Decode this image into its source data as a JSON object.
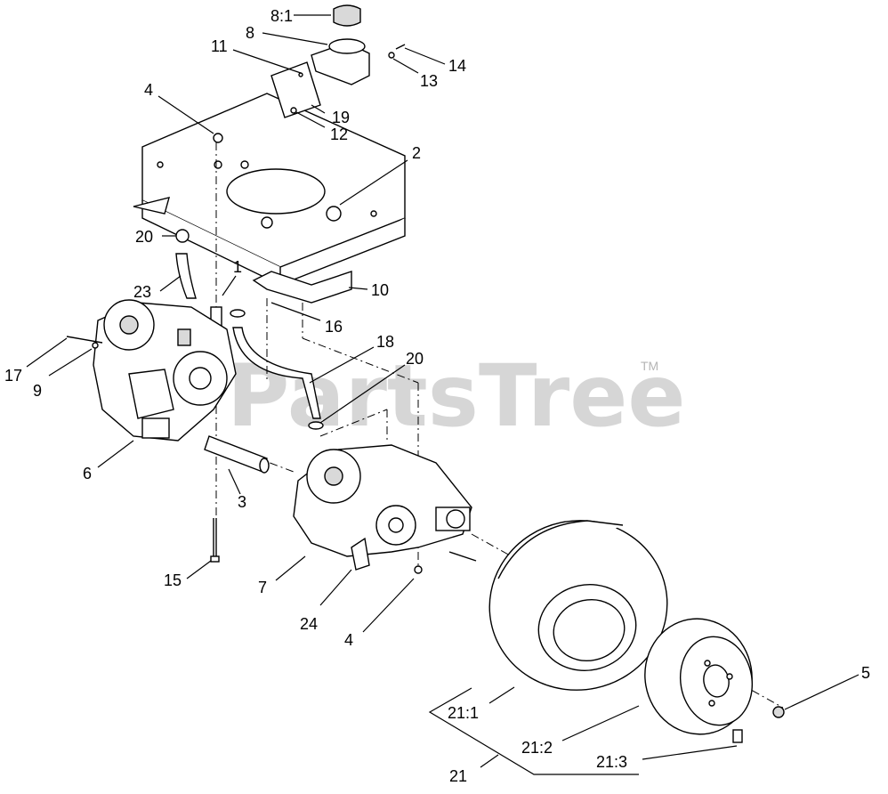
{
  "watermark": {
    "text": "PartsTree",
    "tm": "TM"
  },
  "callouts": [
    {
      "id": "c-8-1",
      "text": "8:1"
    },
    {
      "id": "c-8",
      "text": "8"
    },
    {
      "id": "c-11",
      "text": "11"
    },
    {
      "id": "c-14",
      "text": "14"
    },
    {
      "id": "c-13",
      "text": "13"
    },
    {
      "id": "c-4-top",
      "text": "4"
    },
    {
      "id": "c-19",
      "text": "19"
    },
    {
      "id": "c-12",
      "text": "12"
    },
    {
      "id": "c-2",
      "text": "2"
    },
    {
      "id": "c-20-top",
      "text": "20"
    },
    {
      "id": "c-1",
      "text": "1"
    },
    {
      "id": "c-10",
      "text": "10"
    },
    {
      "id": "c-23",
      "text": "23"
    },
    {
      "id": "c-16",
      "text": "16"
    },
    {
      "id": "c-18",
      "text": "18"
    },
    {
      "id": "c-20-mid",
      "text": "20"
    },
    {
      "id": "c-17",
      "text": "17"
    },
    {
      "id": "c-9",
      "text": "9"
    },
    {
      "id": "c-6",
      "text": "6"
    },
    {
      "id": "c-3",
      "text": "3"
    },
    {
      "id": "c-15",
      "text": "15"
    },
    {
      "id": "c-7",
      "text": "7"
    },
    {
      "id": "c-24",
      "text": "24"
    },
    {
      "id": "c-4-bottom",
      "text": "4"
    },
    {
      "id": "c-5",
      "text": "5"
    },
    {
      "id": "c-21-1",
      "text": "21:1"
    },
    {
      "id": "c-21-2",
      "text": "21:2"
    },
    {
      "id": "c-21-3",
      "text": "21:3"
    },
    {
      "id": "c-21",
      "text": "21"
    }
  ]
}
